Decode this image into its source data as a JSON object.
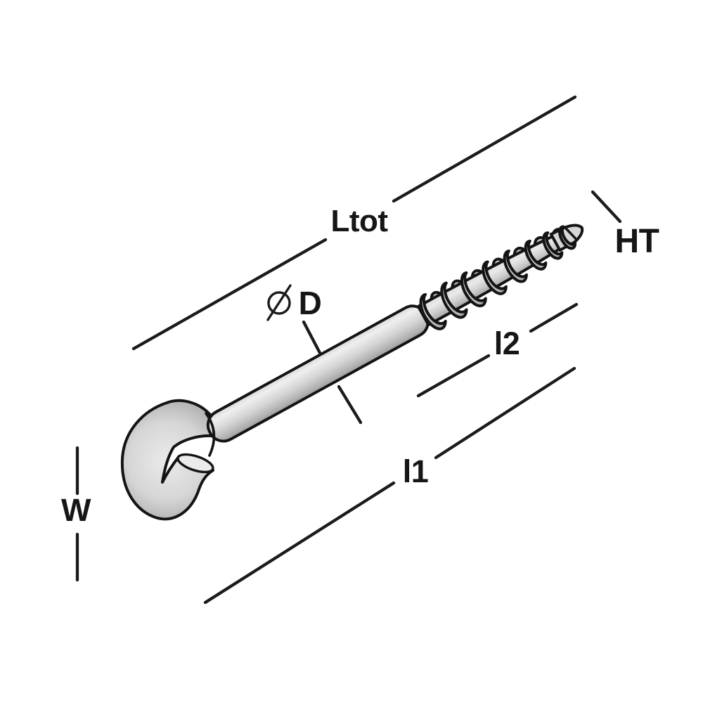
{
  "diagram": {
    "type": "technical-dimension-drawing",
    "labels": {
      "total_length": "Ltot",
      "thread_height": "HT",
      "diameter_symbol": "∅",
      "diameter": "D",
      "thread_length": "l2",
      "free_length": "l1",
      "hook_width": "W"
    },
    "colors": {
      "background": "#ffffff",
      "line": "#1b1b1b",
      "outline": "#141414",
      "metal_light": "#eeeeee",
      "metal_mid": "#d4d4d4",
      "metal_dark": "#9b9b9b"
    }
  }
}
